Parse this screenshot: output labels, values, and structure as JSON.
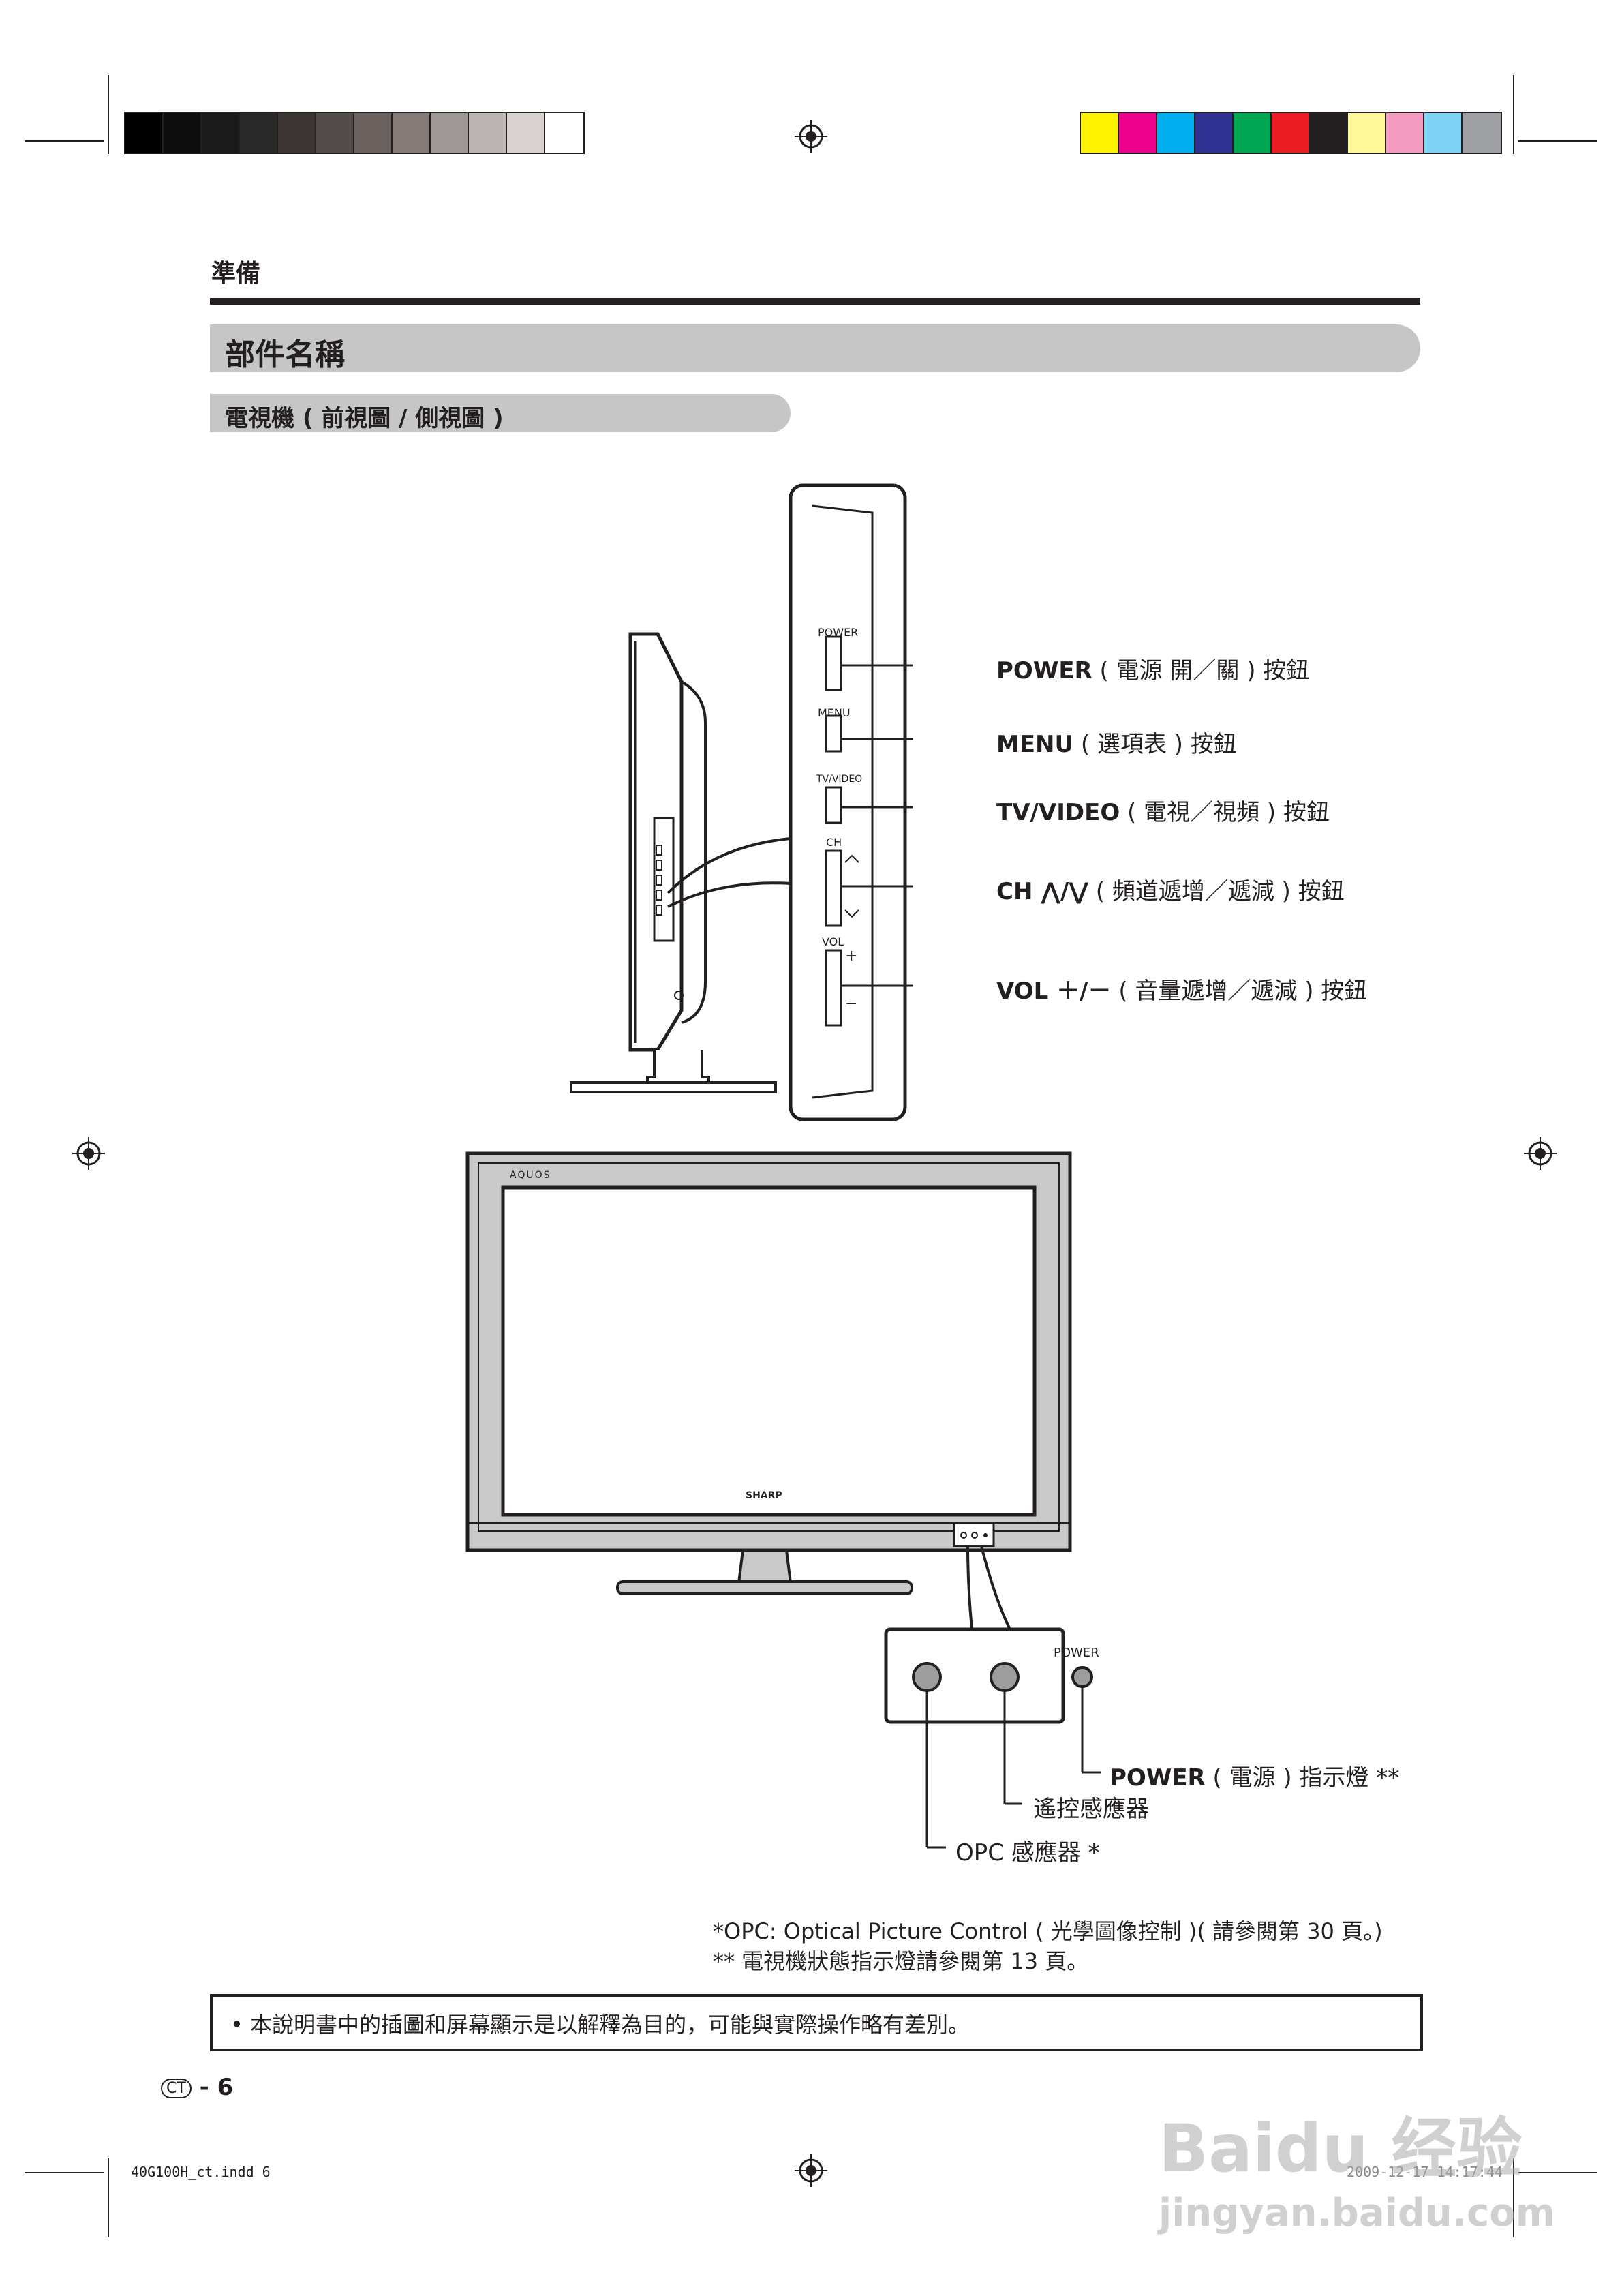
{
  "header": {
    "section": "準備"
  },
  "title": "部件名稱",
  "subtitle": "電視機 ( 前視圖 / 側視圖 )",
  "side_panel": {
    "labels": {
      "power": "POWER",
      "menu": "MENU",
      "tvvideo": "TV/VIDEO",
      "ch": "CH",
      "vol": "VOL",
      "plus": "+",
      "minus": "−"
    },
    "callouts": [
      {
        "key": "POWER",
        "desc": " ( 電源 開／關 ) 按鈕"
      },
      {
        "key": "MENU",
        "desc": " ( 選項表 ) 按鈕"
      },
      {
        "key": "TV/VIDEO",
        "desc": " ( 電視／視頻 ) 按鈕"
      },
      {
        "key": "CH ⋀/⋁",
        "desc": " ( 頻道遞增／遞減 ) 按鈕"
      },
      {
        "key": "VOL ＋/－",
        "desc": " ( 音量遞增／遞減 ) 按鈕"
      }
    ]
  },
  "front": {
    "brand_top": "AQUOS",
    "brand_bottom": "SHARP",
    "sensor_power_label": "POWER",
    "callouts": {
      "power_key": "POWER",
      "power_desc": " ( 電源 ) 指示燈 **",
      "remote": "遙控感應器",
      "opc": "OPC 感應器 *"
    }
  },
  "notes": [
    "*OPC: Optical Picture Control ( 光學圖像控制 )( 請參閱第 30 頁。)",
    "** 電視機狀態指示燈請參閱第 13 頁。"
  ],
  "notice": "• 本說明書中的插圖和屏幕顯示是以解釋為目的，可能與實際操作略有差別。",
  "page": {
    "badge": "CT",
    "sep": " - ",
    "number": "6"
  },
  "slug": {
    "file": "40G100H_ct.indd   6",
    "date": "2009-12-17   14:17:44"
  },
  "watermark": {
    "brand": "Baidu 经验",
    "url": "jingyan.baidu.com"
  },
  "colors": {
    "gray_bar": [
      "#000000",
      "#0d0d0d",
      "#1a1a1a",
      "#292929",
      "#3b3534",
      "#544c4a",
      "#6b6260",
      "#857c7a",
      "#a09896",
      "#bdb5b3",
      "#d8d2d1",
      "#ffffff"
    ],
    "color_bar": [
      "#fff200",
      "#ec008c",
      "#00aeef",
      "#2e3192",
      "#00a651",
      "#ed1c24",
      "#231f20",
      "#fff799",
      "#f49ac1",
      "#7fd4f5",
      "#9d9fa2"
    ]
  }
}
